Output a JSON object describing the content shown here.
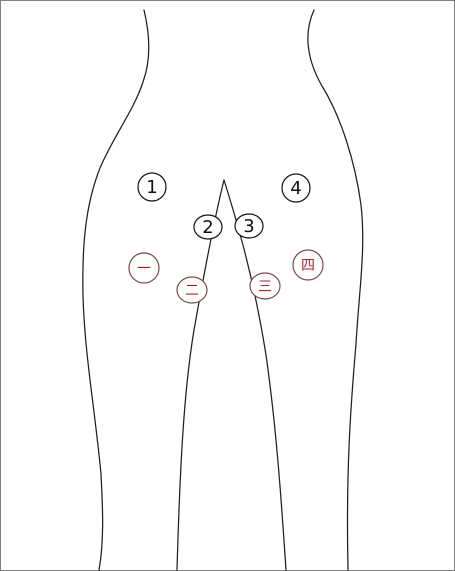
{
  "colors": {
    "background": "#ffffff",
    "outline": "#1f1f1f",
    "frame": "#808080",
    "numeric_marker": "#111111",
    "chinese_marker_text": "#b51f1f",
    "chinese_marker_circle": "#7a4b4b"
  },
  "markers": [
    {
      "label": "1",
      "kind": "numeric"
    },
    {
      "label": "2",
      "kind": "numeric"
    },
    {
      "label": "3",
      "kind": "numeric"
    },
    {
      "label": "4",
      "kind": "numeric"
    },
    {
      "label": "一",
      "kind": "chinese"
    },
    {
      "label": "二",
      "kind": "chinese"
    },
    {
      "label": "三",
      "kind": "chinese"
    },
    {
      "label": "四",
      "kind": "chinese"
    }
  ]
}
